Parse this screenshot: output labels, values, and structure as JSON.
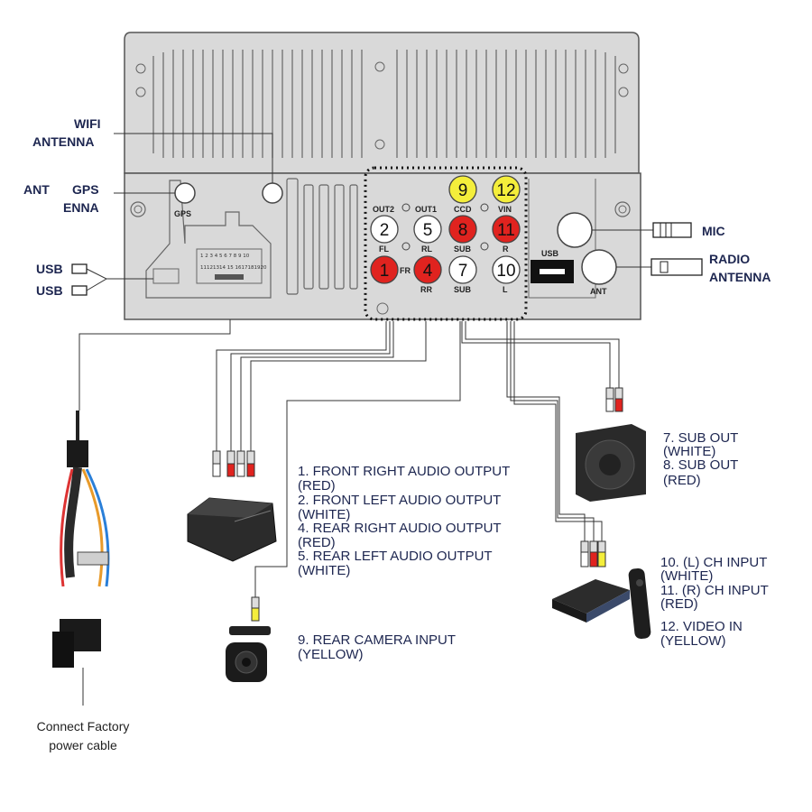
{
  "unit_labels": {
    "wifi_1": "WIFI",
    "wifi_2": "ANTENNA",
    "ant_gps_1": "ANT",
    "ant_gps_2": "GPS",
    "ant_gps_3": "ENNA",
    "gps_small": "GPS",
    "usb_1": "USB",
    "usb_2": "USB",
    "mic": "MIC",
    "radio_1": "RADIO",
    "radio_2": "ANTENNA",
    "usb_port": "USB",
    "ant_port": "ANT"
  },
  "ports": {
    "out2": "OUT2",
    "out1": "OUT1",
    "ccd": "CCD",
    "vin": "VIN",
    "fl": "FL",
    "rl": "RL",
    "sub_top": "SUB",
    "r": "R",
    "fr": "FR",
    "rr": "RR",
    "sub_bottom": "SUB",
    "l": "L",
    "p1": "1",
    "p2": "2",
    "p4": "4",
    "p5": "5",
    "p7": "7",
    "p8": "8",
    "p9": "9",
    "p10": "10",
    "p11": "11",
    "p12": "12"
  },
  "pin_labels": {
    "row1": "1 2 3 4 5   6 7 8 9 10",
    "row2": "11121314 15  1617181920"
  },
  "descriptions": {
    "amp_1": "1. FRONT RIGHT AUDIO OUTPUT",
    "amp_1b": "(RED)",
    "amp_2": "2. FRONT LEFT AUDIO OUTPUT",
    "amp_2b": "(WHITE)",
    "amp_4": "4. REAR RIGHT AUDIO OUTPUT",
    "amp_4b": "(RED)",
    "amp_5": "5. REAR LEFT AUDIO OUTPUT",
    "amp_5b": "(WHITE)",
    "cam_9": "9. REAR CAMERA INPUT",
    "cam_9b": "(YELLOW)",
    "sub_7": "7. SUB OUT",
    "sub_7b": "(WHITE)",
    "sub_8": "8. SUB OUT",
    "sub_8b": "(RED)",
    "box_10": "10. (L) CH INPUT",
    "box_10b": "(WHITE)",
    "box_11": "11. (R) CH INPUT",
    "box_11b": "(RED)",
    "box_12": "12. VIDEO IN",
    "box_12b": "(YELLOW)"
  },
  "caption": {
    "line1": "Connect Factory",
    "line2": "power cable"
  },
  "colors": {
    "text_navy": "#1d2650",
    "port_red": "#e0231f",
    "port_yellow": "#f4ee3b",
    "panel_gray": "#d9d9d9"
  }
}
